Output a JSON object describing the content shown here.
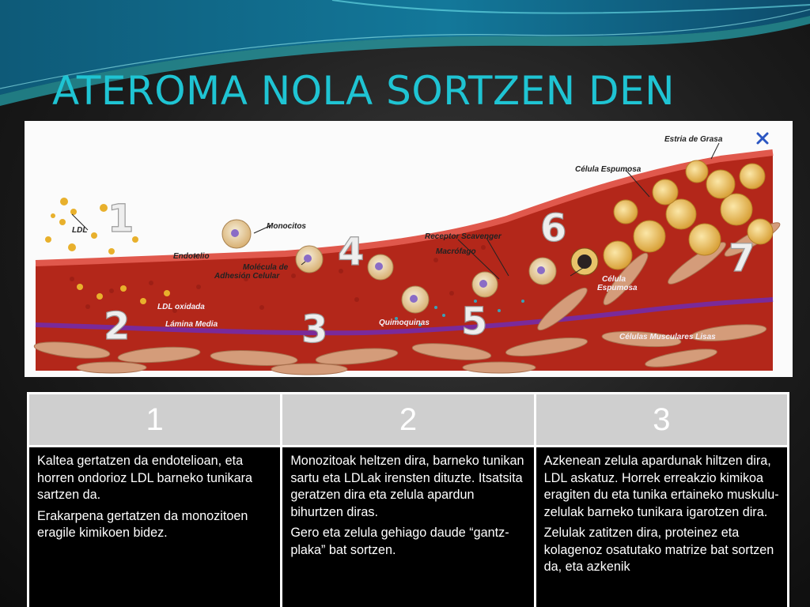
{
  "slide": {
    "title": "ATEROMA NOLA SORTZEN DEN"
  },
  "diagram": {
    "step_numbers": [
      "1",
      "2",
      "3",
      "4",
      "5",
      "6",
      "7"
    ],
    "labels": {
      "estria_de_grasa": "Estria de Grasa",
      "celula_espumosa_top": "Célula Espumosa",
      "ldl": "LDL",
      "monocitos": "Monocitos",
      "endotelio": "Endotelio",
      "molecula_line1": "Molécula de",
      "molecula_line2": "Adhesión Celular",
      "receptor_scavenger": "Receptor Scavenger",
      "macrofago": "Macrófago",
      "celula_espumosa_mid_line1": "Célula",
      "celula_espumosa_mid_line2": "Espumosa",
      "ldl_oxidada": "LDL oxidada",
      "lamina_media": "Lámina Media",
      "quimioquinas": "Quimoquinas",
      "celulas_musculares": "Células Musculares Lisas"
    },
    "colors": {
      "tissue": "#b3271a",
      "endothelium": "#d8413a",
      "lamina": "#7a2a9a",
      "muscle": "#d49c7a",
      "foam": "#e3b04a",
      "ldl": "#e8b02c"
    },
    "close_icon": "close-x-icon"
  },
  "table": {
    "headers": [
      "1",
      "2",
      "3"
    ],
    "columns": [
      {
        "paragraphs": [
          "Kaltea gertatzen da endotelioan, eta horren ondorioz LDL barneko tunikara sartzen da.",
          "Erakarpena gertatzen da monozitoen eragile kimikoen bidez."
        ]
      },
      {
        "paragraphs": [
          "Monozitoak heltzen dira, barneko tunikan sartu eta LDLak irensten dituzte. Itsatsita geratzen dira eta zelula apardun bihurtzen diras.",
          "Gero eta zelula gehiago daude “gantz-plaka” bat sortzen."
        ]
      },
      {
        "paragraphs": [
          "Azkenean zelula apardunak hiltzen dira, LDL askatuz. Horrek erreakzio kimikoa eragiten du eta tunika ertaineko muskulu-zelulak barneko tunikara igarotzen dira.",
          "Zelulak zatitzen dira, proteinez eta kolagenoz osatutako matrize bat sortzen da, eta azkenik"
        ]
      }
    ]
  }
}
